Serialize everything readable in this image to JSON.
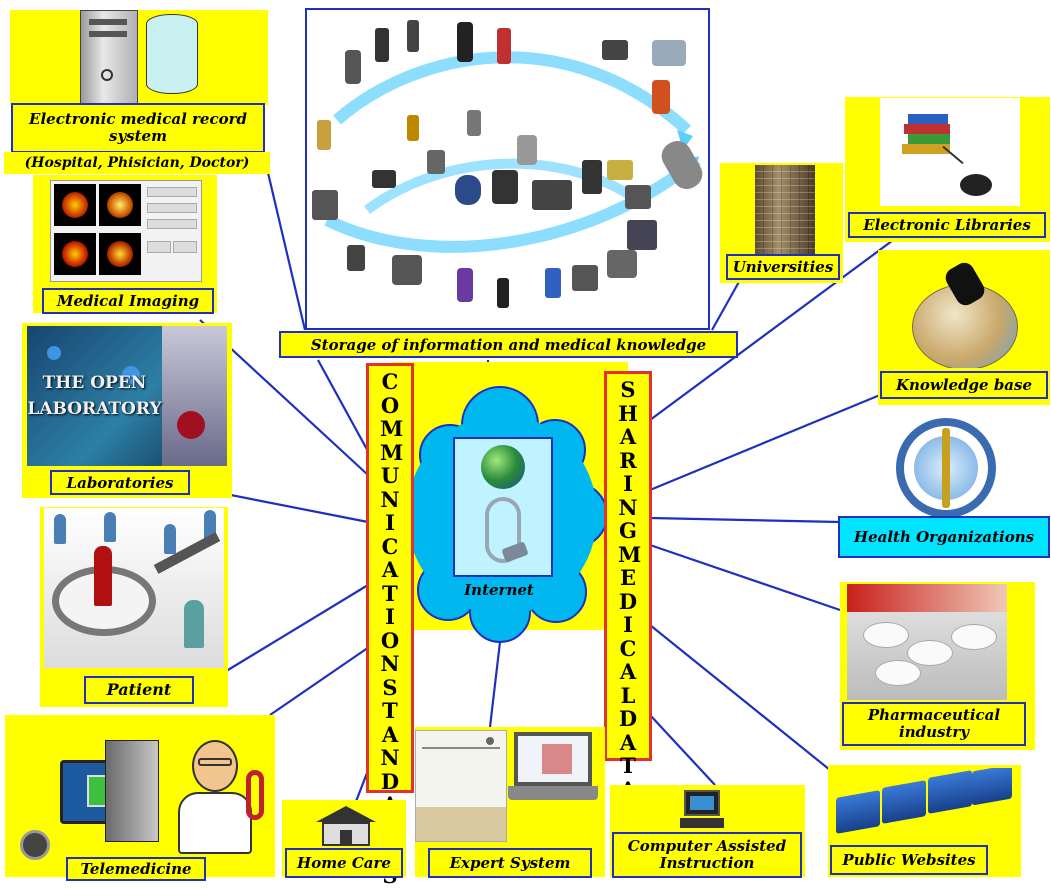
{
  "diagram": {
    "center": {
      "label": "Internet"
    },
    "vertical_labels": {
      "left": "COMMUNICATION STANDARDS",
      "right": "SHARING MEDICAL DATA"
    },
    "top_banner": "Storage of information and medical knowledge",
    "nodes": {
      "emr": {
        "line1": "Electronic medical record",
        "line2": "system",
        "sub": "(Hospital, Phisician, Doctor)"
      },
      "imaging": "Medical Imaging",
      "laboratories": "Laboratories",
      "open_lab": {
        "line1": "THE OPEN",
        "line2": "LABORATORY"
      },
      "patient": "Patient",
      "telemedicine": "Telemedicine",
      "home_care": "Home Care",
      "expert": "Expert System",
      "cai": {
        "line1": "Computer Assisted",
        "line2": "Instruction"
      },
      "public_websites": "Public Websites",
      "pharma": {
        "line1": "Pharmaceutical",
        "line2": "industry"
      },
      "health_orgs": "Health Organizations",
      "knowledge_base": "Knowledge base",
      "e_libraries": "Electronic Libraries",
      "universities": "Universities"
    },
    "colors": {
      "highlight": "#ffff00",
      "connector": "#1f2fbf",
      "vertical_border": "#e53030",
      "cloud": "#00b7ef",
      "health_orgs_fill": "#00e5ff"
    }
  }
}
